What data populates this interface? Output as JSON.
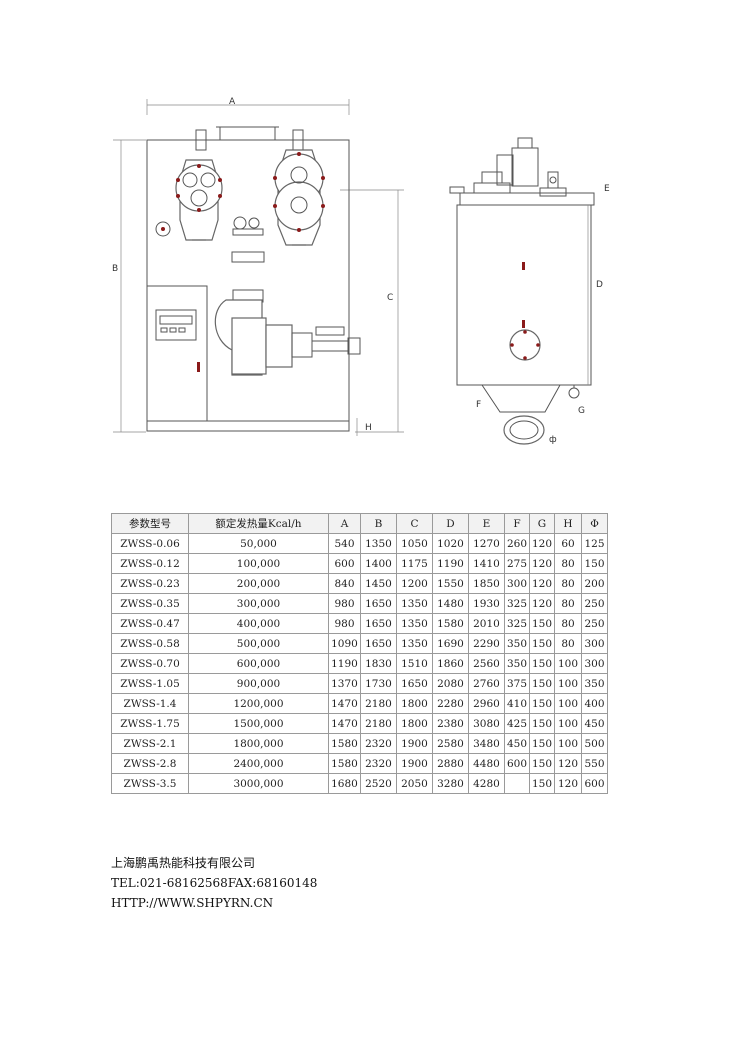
{
  "drawing": {
    "front_labels": {
      "A": "A",
      "B": "B",
      "C": "C",
      "H": "H"
    },
    "side_labels": {
      "D": "D",
      "E": "E",
      "F": "F",
      "G": "G",
      "phi": "ф"
    }
  },
  "table": {
    "headers": [
      "参数型号",
      "额定发热量Kcal/h",
      "A",
      "B",
      "C",
      "D",
      "E",
      "F",
      "G",
      "H",
      "Φ"
    ],
    "rows": [
      [
        "ZWSS-0.06",
        "50,000",
        "540",
        "1350",
        "1050",
        "1020",
        "1270",
        "260",
        "120",
        "60",
        "125"
      ],
      [
        "ZWSS-0.12",
        "100,000",
        "600",
        "1400",
        "1175",
        "1190",
        "1410",
        "275",
        "120",
        "80",
        "150"
      ],
      [
        "ZWSS-0.23",
        "200,000",
        "840",
        "1450",
        "1200",
        "1550",
        "1850",
        "300",
        "120",
        "80",
        "200"
      ],
      [
        "ZWSS-0.35",
        "300,000",
        "980",
        "1650",
        "1350",
        "1480",
        "1930",
        "325",
        "120",
        "80",
        "250"
      ],
      [
        "ZWSS-0.47",
        "400,000",
        "980",
        "1650",
        "1350",
        "1580",
        "2010",
        "325",
        "150",
        "80",
        "250"
      ],
      [
        "ZWSS-0.58",
        "500,000",
        "1090",
        "1650",
        "1350",
        "1690",
        "2290",
        "350",
        "150",
        "80",
        "300"
      ],
      [
        "ZWSS-0.70",
        "600,000",
        "1190",
        "1830",
        "1510",
        "1860",
        "2560",
        "350",
        "150",
        "100",
        "300"
      ],
      [
        "ZWSS-1.05",
        "900,000",
        "1370",
        "1730",
        "1650",
        "2080",
        "2760",
        "375",
        "150",
        "100",
        "350"
      ],
      [
        "ZWSS-1.4",
        "1200,000",
        "1470",
        "2180",
        "1800",
        "2280",
        "2960",
        "410",
        "150",
        "100",
        "400"
      ],
      [
        "ZWSS-1.75",
        "1500,000",
        "1470",
        "2180",
        "1800",
        "2380",
        "3080",
        "425",
        "150",
        "100",
        "450"
      ],
      [
        "ZWSS-2.1",
        "1800,000",
        "1580",
        "2320",
        "1900",
        "2580",
        "3480",
        "450",
        "150",
        "100",
        "500"
      ],
      [
        "ZWSS-2.8",
        "2400,000",
        "1580",
        "2320",
        "1900",
        "2880",
        "4480",
        "600",
        "150",
        "120",
        "550"
      ],
      [
        "ZWSS-3.5",
        "3000,000",
        "1680",
        "2520",
        "2050",
        "3280",
        "4280",
        "",
        "150",
        "120",
        "600"
      ]
    ]
  },
  "footer": {
    "company": "上海鹏禹热能科技有限公司",
    "contact": "TEL:021-68162568FAX:68160148",
    "website": "HTTP://WWW.SHPYRN.CN"
  }
}
